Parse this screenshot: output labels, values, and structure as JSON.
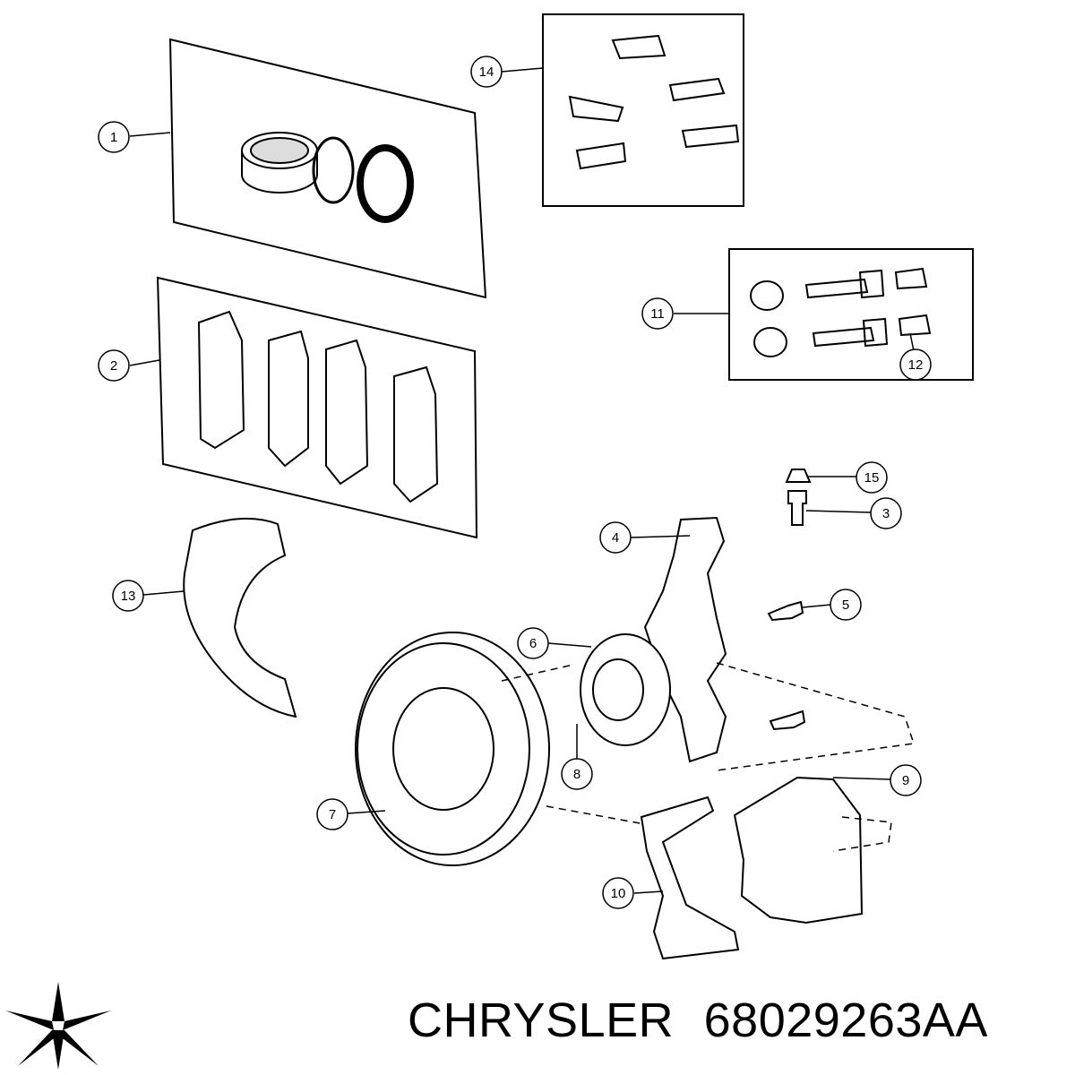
{
  "callouts": [
    {
      "id": "c1",
      "label": "1"
    },
    {
      "id": "c2",
      "label": "2"
    },
    {
      "id": "c3",
      "label": "3"
    },
    {
      "id": "c4",
      "label": "4"
    },
    {
      "id": "c5",
      "label": "5"
    },
    {
      "id": "c6",
      "label": "6"
    },
    {
      "id": "c7",
      "label": "7"
    },
    {
      "id": "c8",
      "label": "8"
    },
    {
      "id": "c9",
      "label": "9"
    },
    {
      "id": "c10",
      "label": "10"
    },
    {
      "id": "c11",
      "label": "11"
    },
    {
      "id": "c12",
      "label": "12"
    },
    {
      "id": "c13",
      "label": "13"
    },
    {
      "id": "c14",
      "label": "14"
    },
    {
      "id": "c15",
      "label": "15"
    }
  ],
  "caption": {
    "brand": "CHRYSLER",
    "part_number": "68029263AA"
  },
  "logo": {
    "icon": "pentastar-icon",
    "color": "#000000"
  },
  "colors": {
    "line": "#000000",
    "background": "#ffffff"
  }
}
